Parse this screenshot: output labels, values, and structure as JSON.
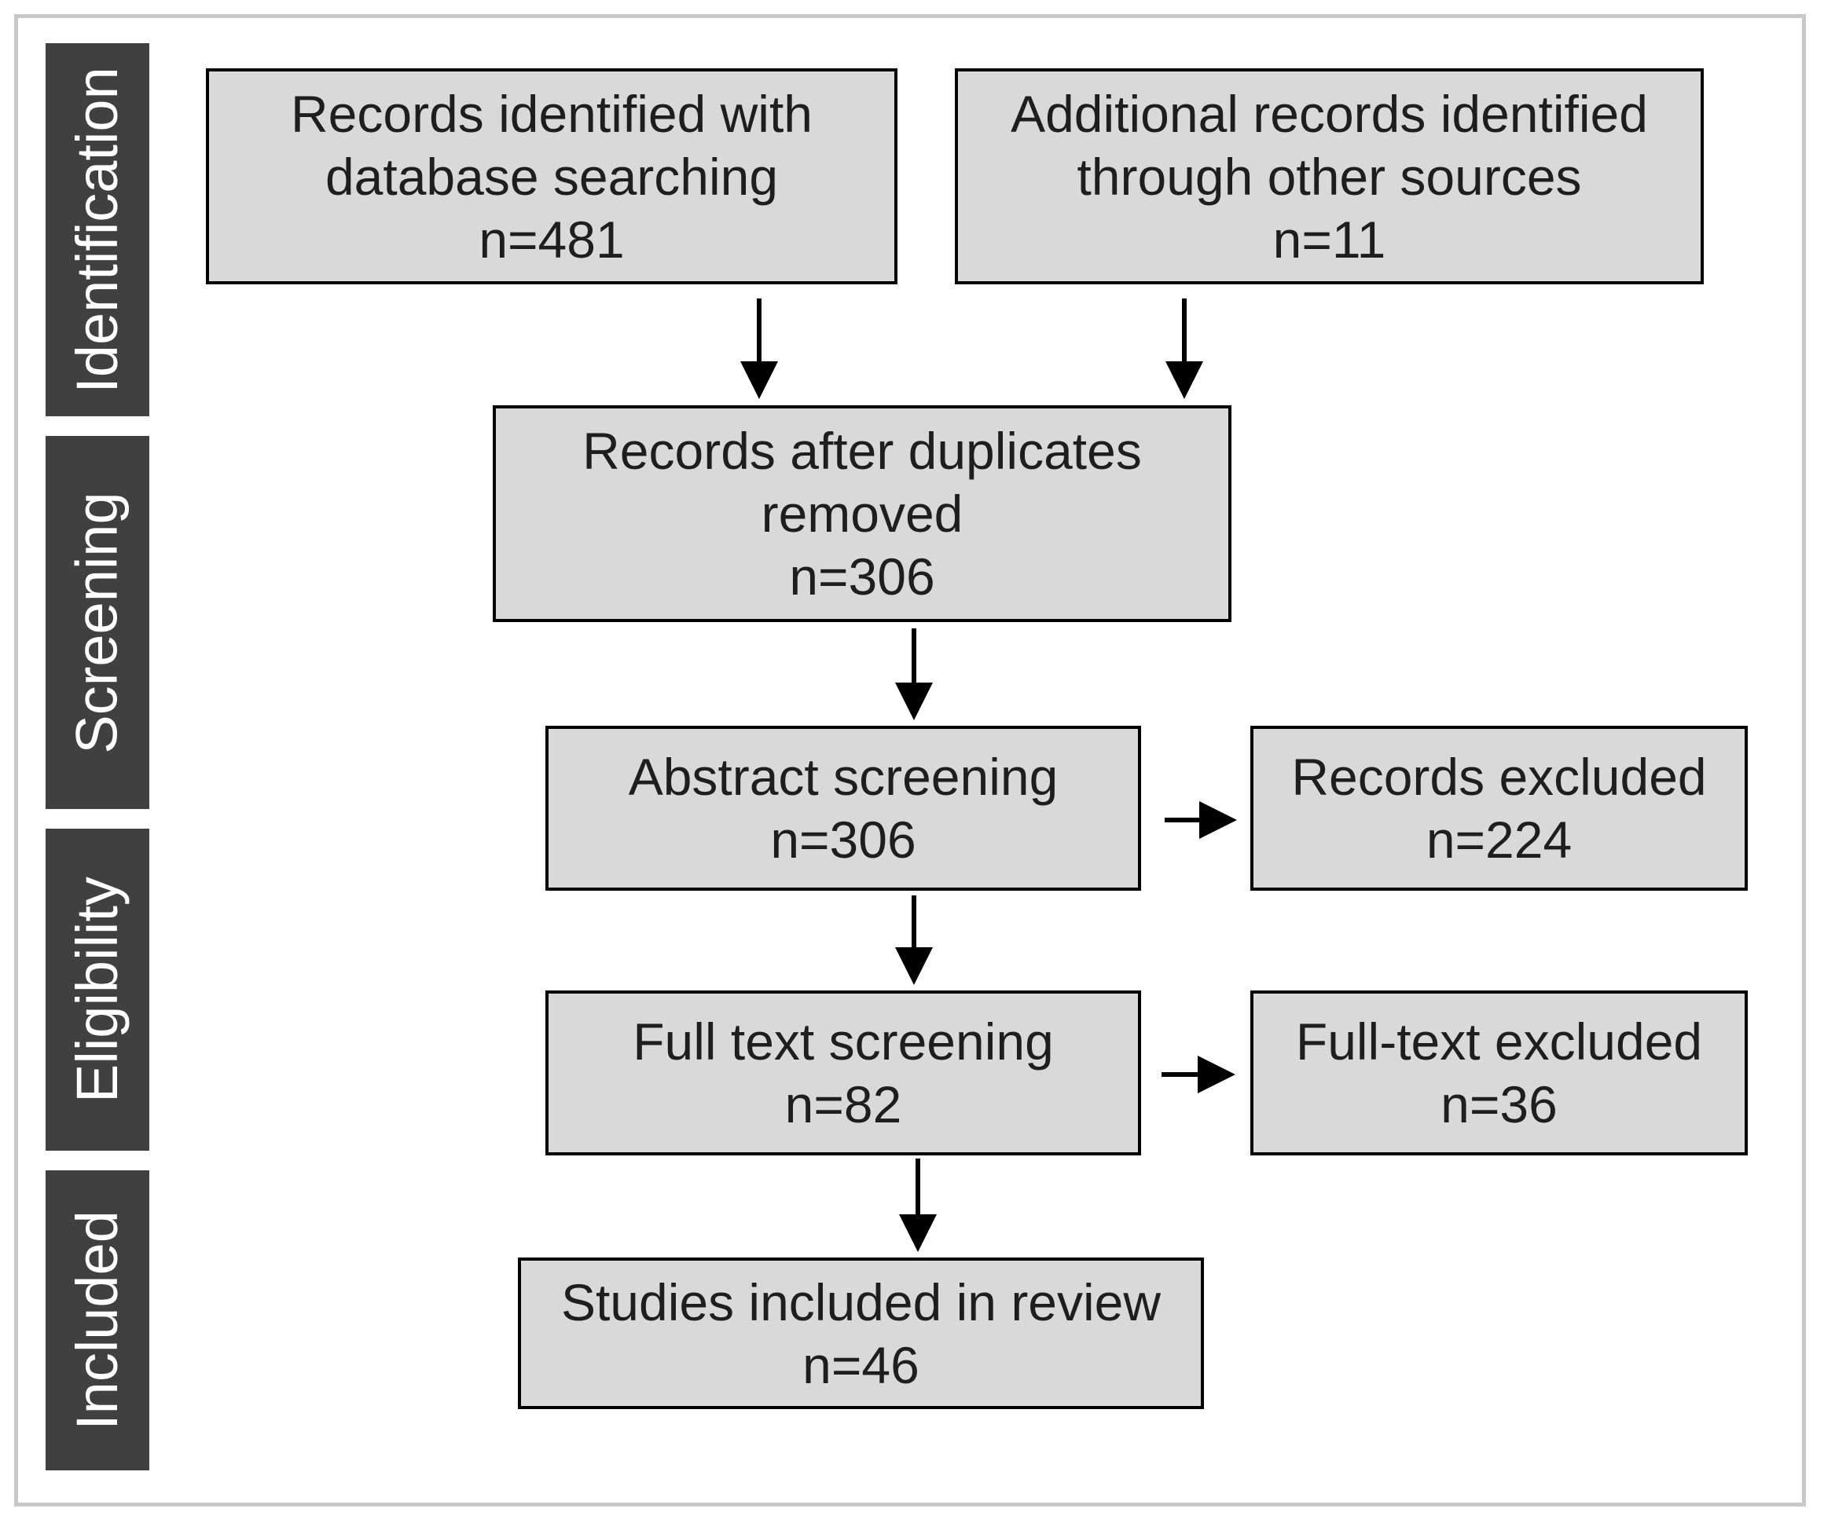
{
  "stages": {
    "identification": "Identification",
    "screening": "Screening",
    "eligibility": "Eligibility",
    "included": "Included"
  },
  "boxes": {
    "database": {
      "line1": "Records identified with",
      "line2": "database searching",
      "count": "n=481"
    },
    "other_sources": {
      "line1": "Additional records identified",
      "line2": "through other sources",
      "count": "n=11"
    },
    "after_duplicates": {
      "line1": "Records after duplicates",
      "line2": "removed",
      "count": "n=306"
    },
    "abstract_screening": {
      "line1": "Abstract screening",
      "count": "n=306"
    },
    "records_excluded": {
      "line1": "Records excluded",
      "count": "n=224"
    },
    "full_text_screening": {
      "line1": "Full text screening",
      "count": "n=82"
    },
    "full_text_excluded": {
      "line1": "Full-text excluded",
      "count": "n=36"
    },
    "included": {
      "line1": "Studies included in review",
      "count": "n=46"
    }
  },
  "colors": {
    "stage_bg": "#404040",
    "box_fill": "#d9d9d9",
    "border": "#000000",
    "frame": "#c8c8c8"
  }
}
